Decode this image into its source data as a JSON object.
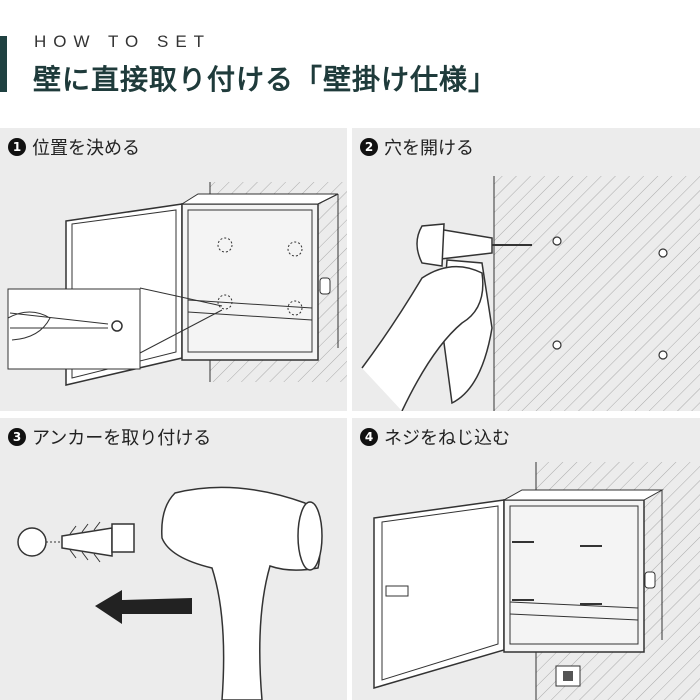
{
  "header": {
    "eyebrow": "HOW TO SET",
    "title": "壁に直接取り付ける「壁掛け仕様」"
  },
  "steps": [
    {
      "number": "1",
      "label": "位置を決める"
    },
    {
      "number": "2",
      "label": "穴を開ける"
    },
    {
      "number": "3",
      "label": "アンカーを取り付ける"
    },
    {
      "number": "4",
      "label": "ネジをねじ込む"
    }
  ],
  "colors": {
    "accent": "#1f4141",
    "panel": "#ececec"
  }
}
